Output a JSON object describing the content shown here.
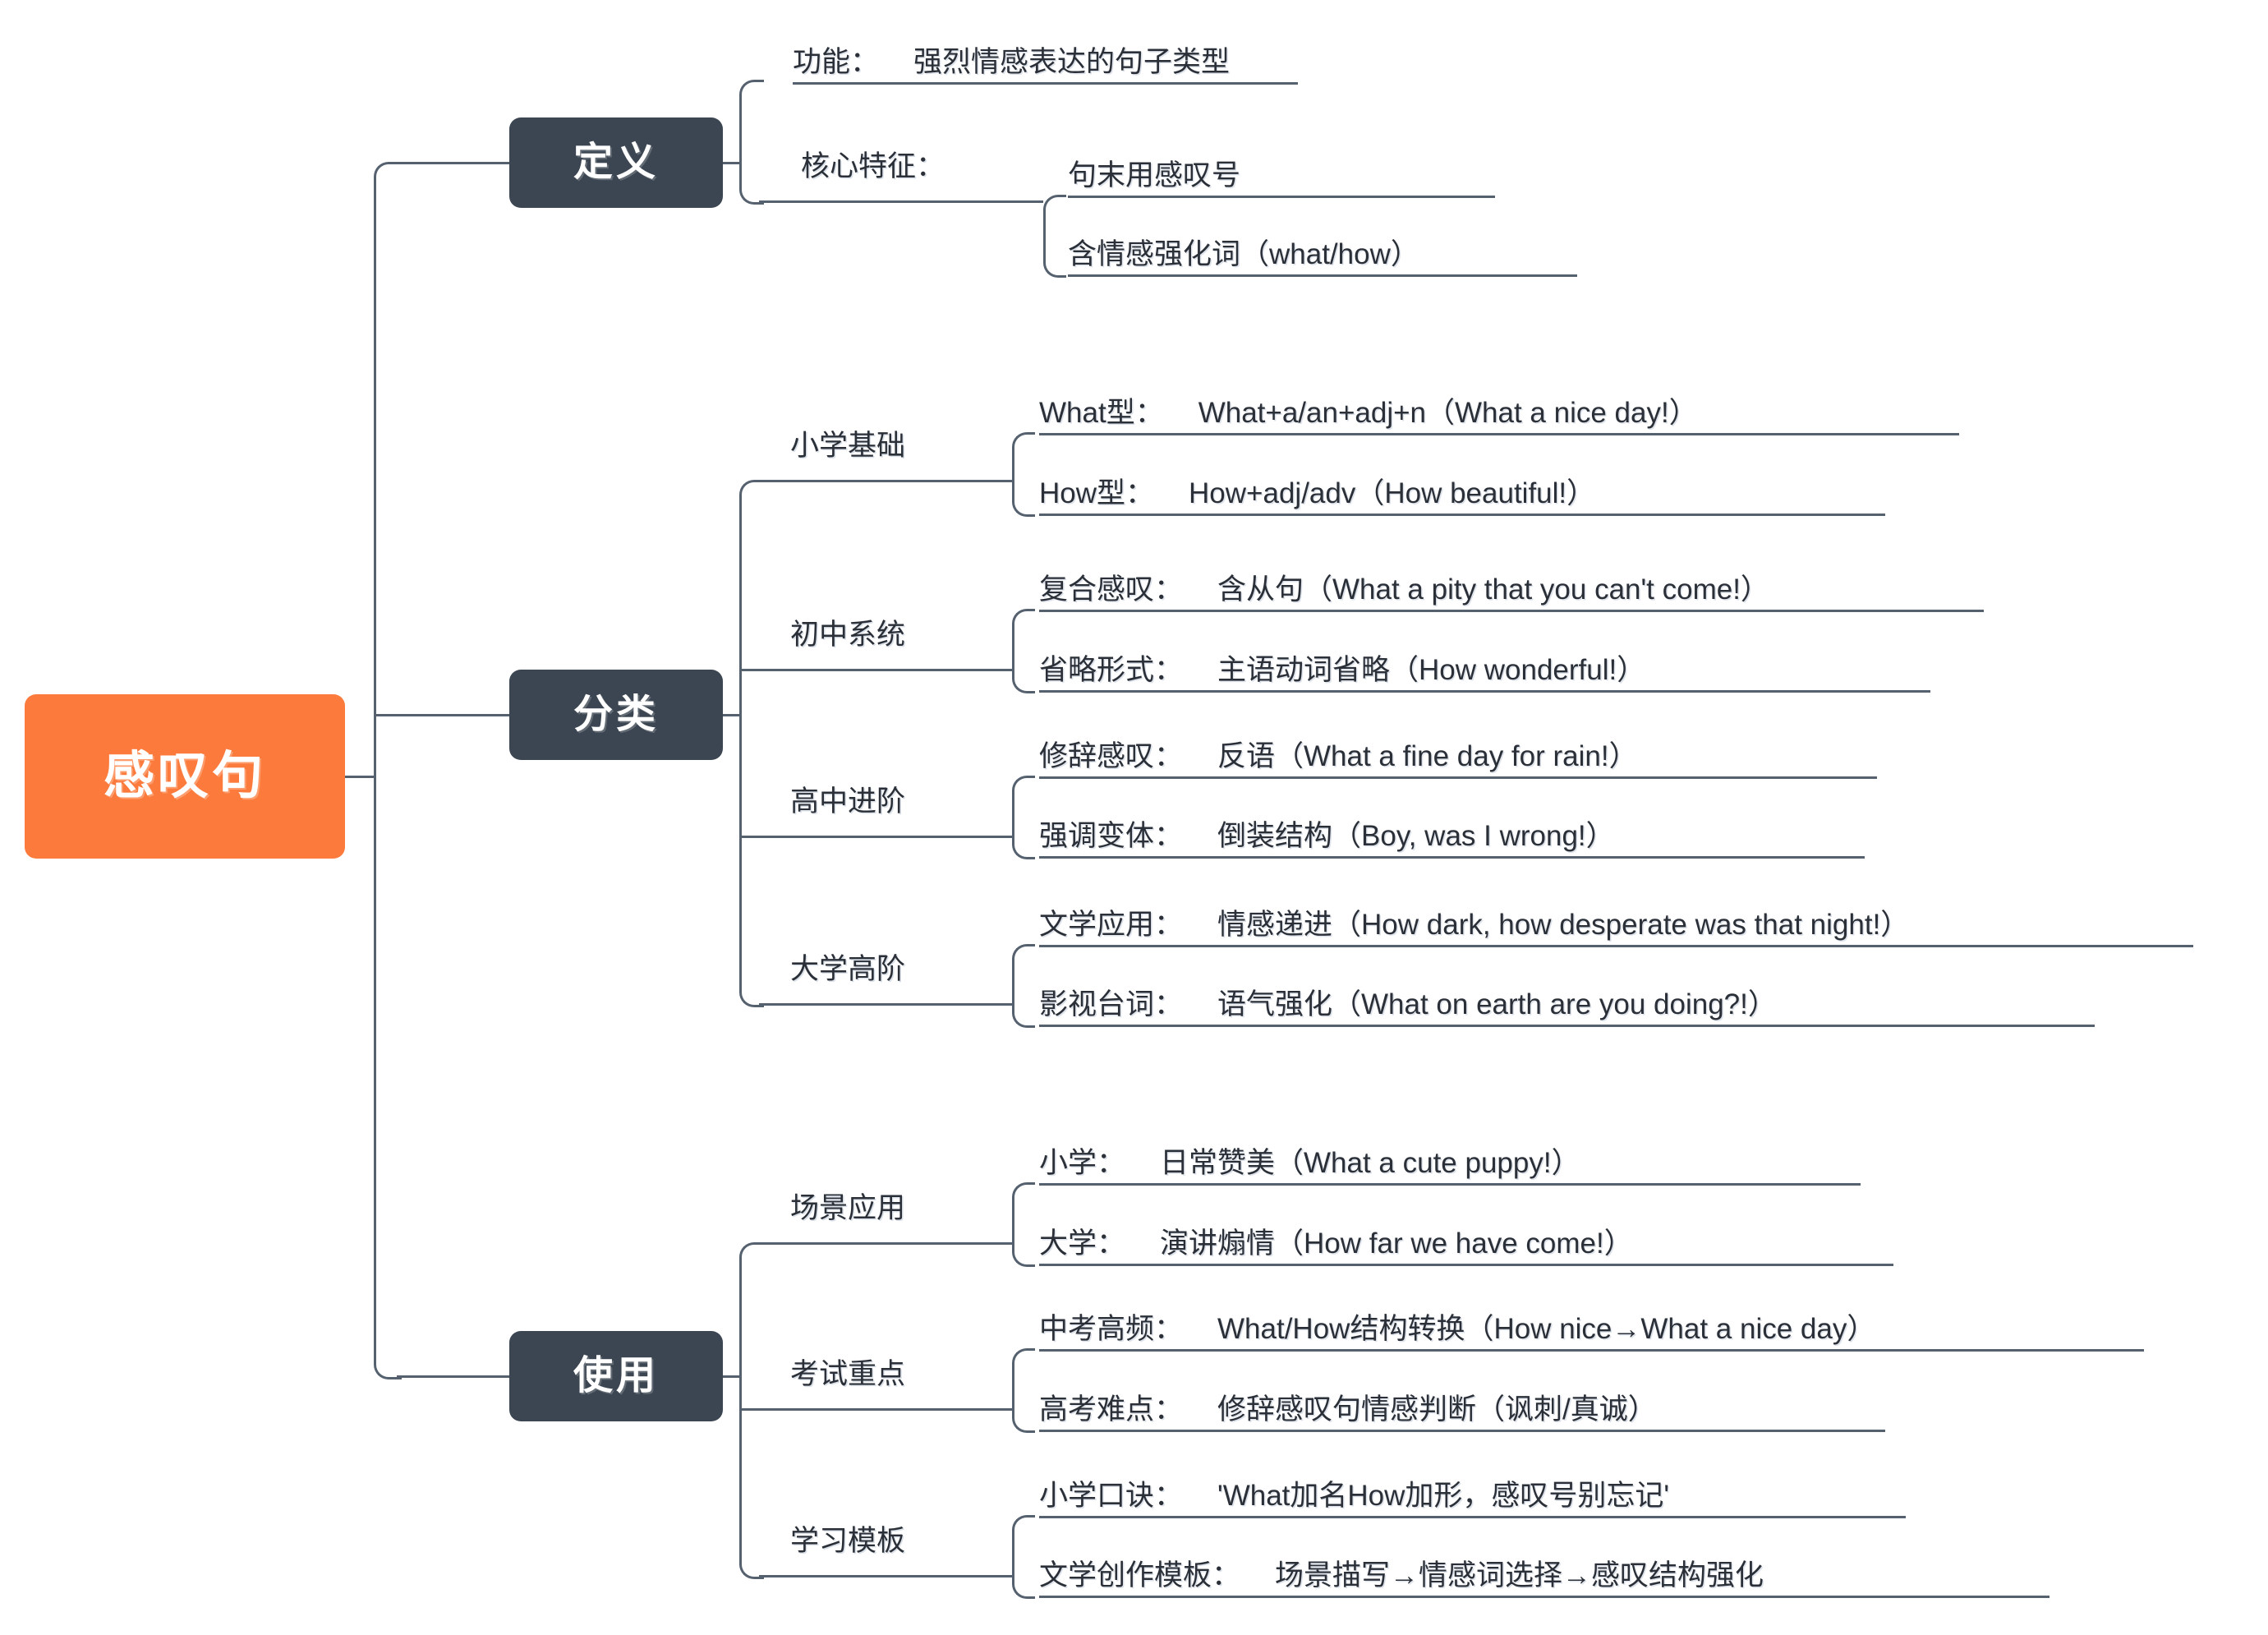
{
  "diagram": {
    "type": "mindmap",
    "root": {
      "label": "感叹句",
      "color": "#FC7B3C"
    },
    "node_color": "#3C4652",
    "line_color": "#55616E",
    "branches": [
      {
        "label": "定义",
        "groups": [
          {
            "label": "",
            "leaves": [
              {
                "key": "功能：",
                "value": "强烈情感表达的句子类型"
              }
            ]
          },
          {
            "label": "核心特征：",
            "leaves": [
              {
                "key": "",
                "value": "句末用感叹号"
              },
              {
                "key": "",
                "value": "含情感强化词（what/how）"
              }
            ]
          }
        ]
      },
      {
        "label": "分类",
        "groups": [
          {
            "label": "小学基础",
            "leaves": [
              {
                "key": "What型：",
                "value": "What+a/an+adj+n（What a nice day!）"
              },
              {
                "key": "How型：",
                "value": "How+adj/adv（How beautiful!）"
              }
            ]
          },
          {
            "label": "初中系统",
            "leaves": [
              {
                "key": "复合感叹：",
                "value": "含从句（What a pity that you can't come!）"
              },
              {
                "key": "省略形式：",
                "value": "主语动词省略（How wonderful!）"
              }
            ]
          },
          {
            "label": "高中进阶",
            "leaves": [
              {
                "key": "修辞感叹：",
                "value": "反语（What a fine day for rain!）"
              },
              {
                "key": "强调变体：",
                "value": "倒装结构（Boy, was I wrong!）"
              }
            ]
          },
          {
            "label": "大学高阶",
            "leaves": [
              {
                "key": "文学应用：",
                "value": "情感递进（How dark, how desperate was that night!）"
              },
              {
                "key": "影视台词：",
                "value": "语气强化（What on earth are you doing?!）"
              }
            ]
          }
        ]
      },
      {
        "label": "使用",
        "groups": [
          {
            "label": "场景应用",
            "leaves": [
              {
                "key": "小学：",
                "value": "日常赞美（What a cute puppy!）"
              },
              {
                "key": "大学：",
                "value": "演讲煽情（How far we have come!）"
              }
            ]
          },
          {
            "label": "考试重点",
            "leaves": [
              {
                "key": "中考高频：",
                "value": "What/How结构转换（How nice→What a nice day）"
              },
              {
                "key": "高考难点：",
                "value": "修辞感叹句情感判断（讽刺/真诚）"
              }
            ]
          },
          {
            "label": "学习模板",
            "leaves": [
              {
                "key": "小学口诀：",
                "value": "'What加名How加形，感叹号别忘记'"
              },
              {
                "key": "文学创作模板：",
                "value": "场景描写→情感词选择→感叹结构强化"
              }
            ]
          }
        ]
      }
    ]
  }
}
